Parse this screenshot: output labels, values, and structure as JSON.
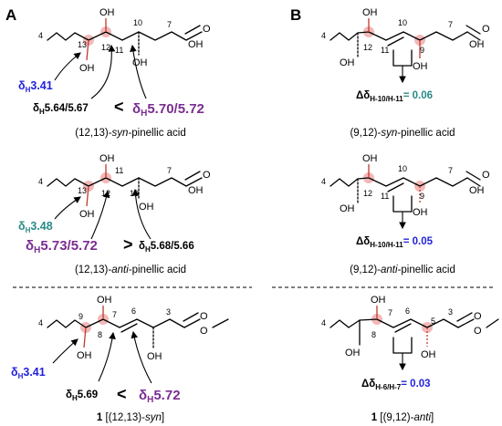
{
  "panels": {
    "a_label": "A",
    "b_label": "B"
  },
  "colors": {
    "blue": "#2222dd",
    "teal": "#2a8a8a",
    "purple": "#7b2d91",
    "oxygen_bond": "#c0392b",
    "ring_highlight": "#f2b8b8"
  },
  "atoms": {
    "oh": "OH",
    "o": "O"
  },
  "a1": {
    "locants": {
      "n4": "4",
      "n13": "13",
      "n12": "12",
      "n11": "11",
      "n10": "10",
      "n7": "7"
    },
    "d_prefix": "δ",
    "d_sub": "H",
    "h13_shift": "3.41",
    "h12_shift": "5.64/5.67",
    "comparator": "<",
    "h10_shift": "5.70/5.72",
    "caption_pre": "(12,13)-",
    "caption_stereo": "syn",
    "caption_post": "-pinellic acid"
  },
  "a2": {
    "locants": {
      "n4": "4",
      "n13": "13",
      "n12": "12",
      "n11": "11",
      "n10": "10",
      "n7": "7"
    },
    "d_prefix": "δ",
    "d_sub": "H",
    "h13_shift": "3.48",
    "h12_shift": "5.73/5.72",
    "comparator": ">",
    "h10_shift": "5.68/5.66",
    "caption_pre": "(12,13)-",
    "caption_stereo": "anti",
    "caption_post": "-pinellic acid"
  },
  "a3": {
    "locants": {
      "n4": "4",
      "n9": "9",
      "n8": "8",
      "n7": "7",
      "n6": "6",
      "n3": "3"
    },
    "d_prefix": "δ",
    "d_sub": "H",
    "h9_shift": "3.41",
    "h8_shift": "5.69",
    "comparator": "<",
    "h6_shift": "5.72",
    "caption_cpd": "1",
    "caption_pre": " [(12,13)-",
    "caption_stereo": "syn",
    "caption_post": "]"
  },
  "b1": {
    "locants": {
      "n4": "4",
      "n12": "12",
      "n11": "11",
      "n10": "10",
      "n9": "9",
      "n7": "7"
    },
    "dd_prefix": "Δδ",
    "dd_sub": "H-10/H-11",
    "dd_value": "= 0.06",
    "caption_pre": "(9,12)-",
    "caption_stereo": "syn",
    "caption_post": "-pinellic acid"
  },
  "b2": {
    "locants": {
      "n4": "4",
      "n12": "12",
      "n11": "11",
      "n10": "10",
      "n9": "9",
      "n7": "7"
    },
    "dd_prefix": "Δδ",
    "dd_sub": "H-10/H-11",
    "dd_value": "= 0.05",
    "caption_pre": "(9,12)-",
    "caption_stereo": "anti",
    "caption_post": "-pinellic acid"
  },
  "b3": {
    "locants": {
      "n4": "4",
      "n8": "8",
      "n7": "7",
      "n6": "6",
      "n5": "5",
      "n3": "3"
    },
    "dd_prefix": "Δδ",
    "dd_sub": "H-6/H-7",
    "dd_value": "= 0.03",
    "caption_cpd": "1",
    "caption_pre": " [(9,12)-",
    "caption_stereo": "anti",
    "caption_post": "]"
  }
}
